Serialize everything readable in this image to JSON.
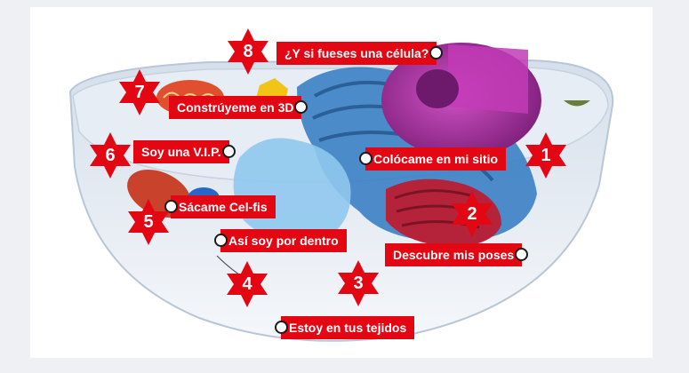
{
  "labels": {
    "colocame": "Colócame en mi sitio",
    "descubre": "Descubre mis poses",
    "estoy": "Estoy en tus tejidos",
    "asi_soy": "Así soy por dentro",
    "sacame": "Sácame Cel-fis",
    "vip": "Soy una V.I.P.",
    "construyeme": "Constrúyeme en 3D",
    "y_si": "¿Y si fueses una célula?"
  },
  "stars": {
    "s1": "1",
    "s2": "2",
    "s3": "3",
    "s4": "4",
    "s5": "5",
    "s6": "6",
    "s7": "7",
    "s8": "8"
  },
  "colors": {
    "accent_red": "#e30613",
    "nucleus": "#a12a9c",
    "er_blue": "#3b7fc4",
    "golgi": "#b5233a",
    "cytoplasm": "#dfe8f3"
  }
}
